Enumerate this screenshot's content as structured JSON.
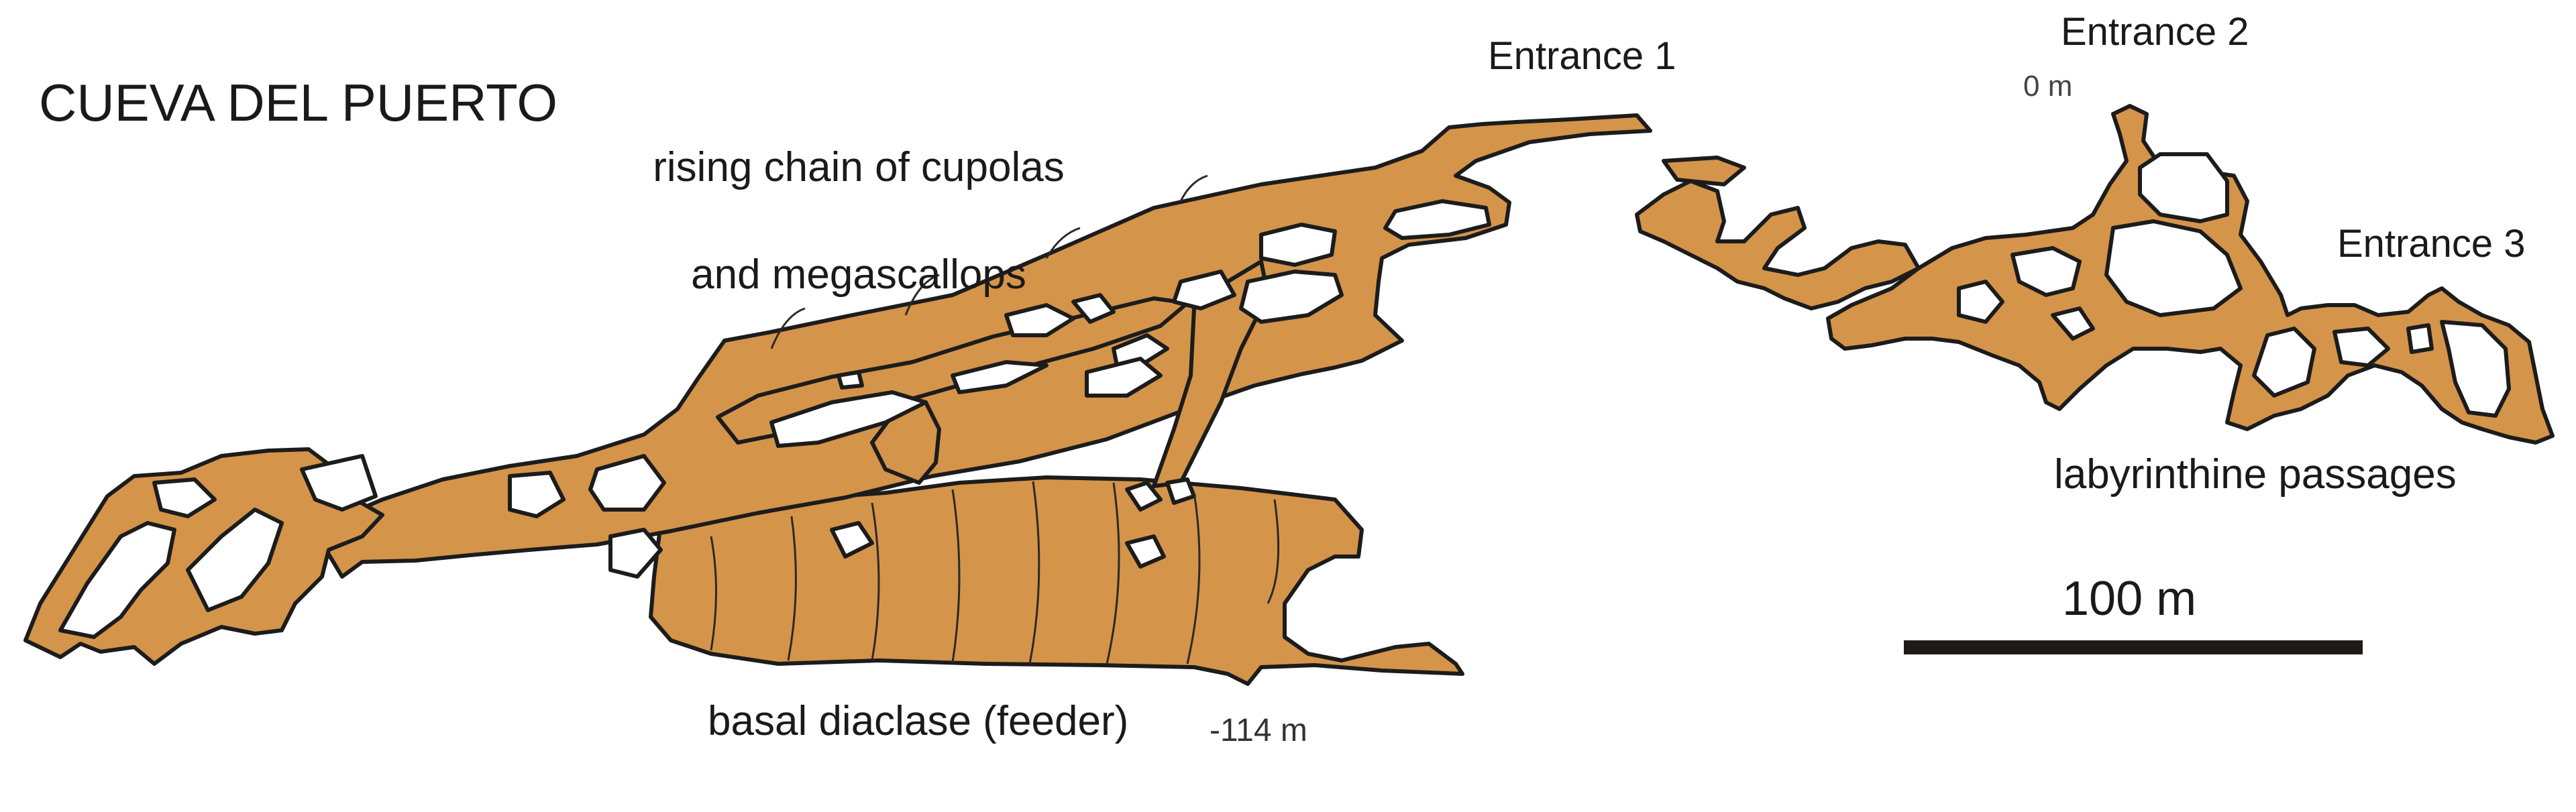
{
  "map": {
    "title": "CUEVA DEL PUERTO",
    "colors": {
      "cave_fill": "#d4944a",
      "cave_outline": "#1c1c1c",
      "background": "#ffffff",
      "scalebar": "#1e1a16"
    },
    "labels": {
      "entrance_1": "Entrance 1",
      "entrance_2": "Entrance 2",
      "entrance_3": "Entrance 3",
      "rising_chain_line1": "rising chain of cupolas",
      "rising_chain_line2": "and megascallops",
      "basal_diaclase": "basal diaclase (feeder)",
      "labyrinthine": "labyrinthine passages"
    },
    "depths": {
      "top": "0 m",
      "bottom": "-114 m"
    },
    "scale_bar": {
      "label": "100 m"
    }
  }
}
